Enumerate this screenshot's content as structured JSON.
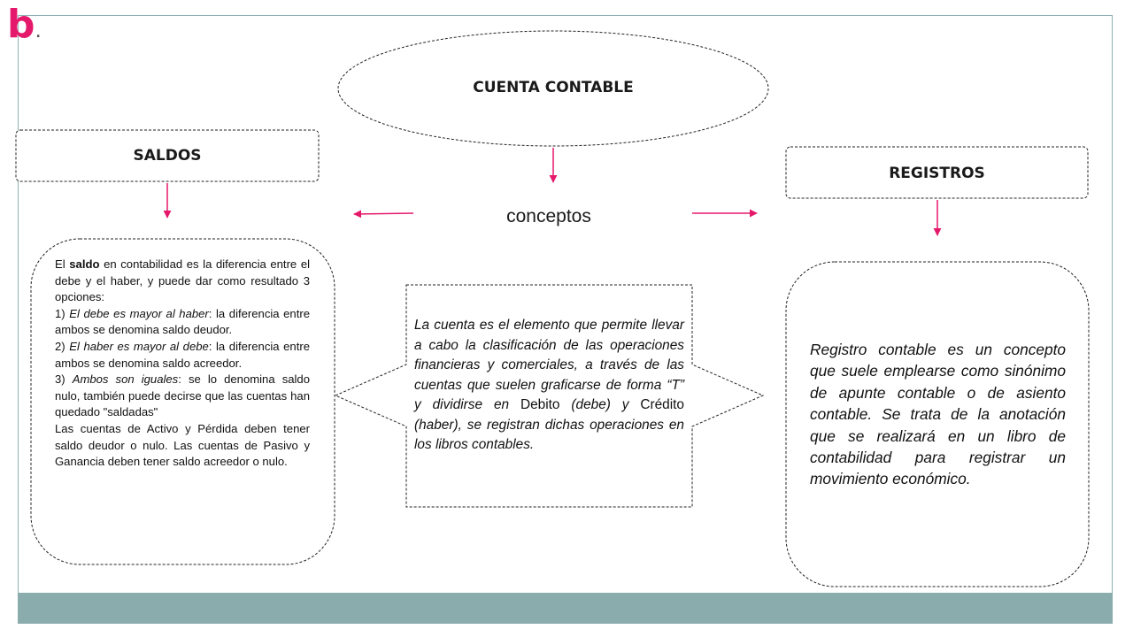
{
  "logo": {
    "letter": "b",
    "dot": "."
  },
  "cuenta_contable": {
    "label": "CUENTA CONTABLE"
  },
  "saldos": {
    "label": "SALDOS",
    "lines": [
      {
        "before": "El ",
        "bold": "saldo",
        "after": " en contabilidad es la diferencia entre el debe y el haber, y puede dar como resultado 3 opciones:"
      },
      {
        "number": "1) ",
        "italic": "El debe es mayor al haber",
        "after": ": la diferencia entre ambos se denomina saldo deudor."
      },
      {
        "number": "2) ",
        "italic": "El haber es mayor al debe",
        "after": ": la diferencia entre ambos se denomina saldo acreedor."
      },
      {
        "number": "3) ",
        "italic": "Ambos son iguales",
        "after": ": se lo denomina saldo nulo, también puede decirse que las cuentas han quedado \"saldadas\""
      },
      {
        "text": "Las cuentas de Activo y Pérdida deben tener saldo deudor o nulo. Las cuentas de Pasivo y Ganancia deben tener saldo acreedor o nulo."
      }
    ]
  },
  "conceptos": {
    "label": "conceptos"
  },
  "cuenta_definicion": {
    "part1": "La cuenta es el elemento que permite llevar a cabo la clasificación de las operaciones financieras y comerciales, a través de las cuentas que suelen graficarse de forma “T” y dividirse en ",
    "debito": "Debito",
    "part2": " (debe) y ",
    "credito": "Crédito",
    "part3": " (haber), se registran dichas operaciones en los libros contables."
  },
  "registros": {
    "label": "REGISTROS",
    "text": "Registro contable es un concepto que suele emplearse como sinónimo de apunte contable o de asiento contable. Se trata de la anotación que se realizará en un libro de contabilidad para registrar un movimiento económico."
  },
  "colors": {
    "accent": "#e5196b",
    "footer": "#8aacac",
    "frame": "#8fb0b3"
  }
}
